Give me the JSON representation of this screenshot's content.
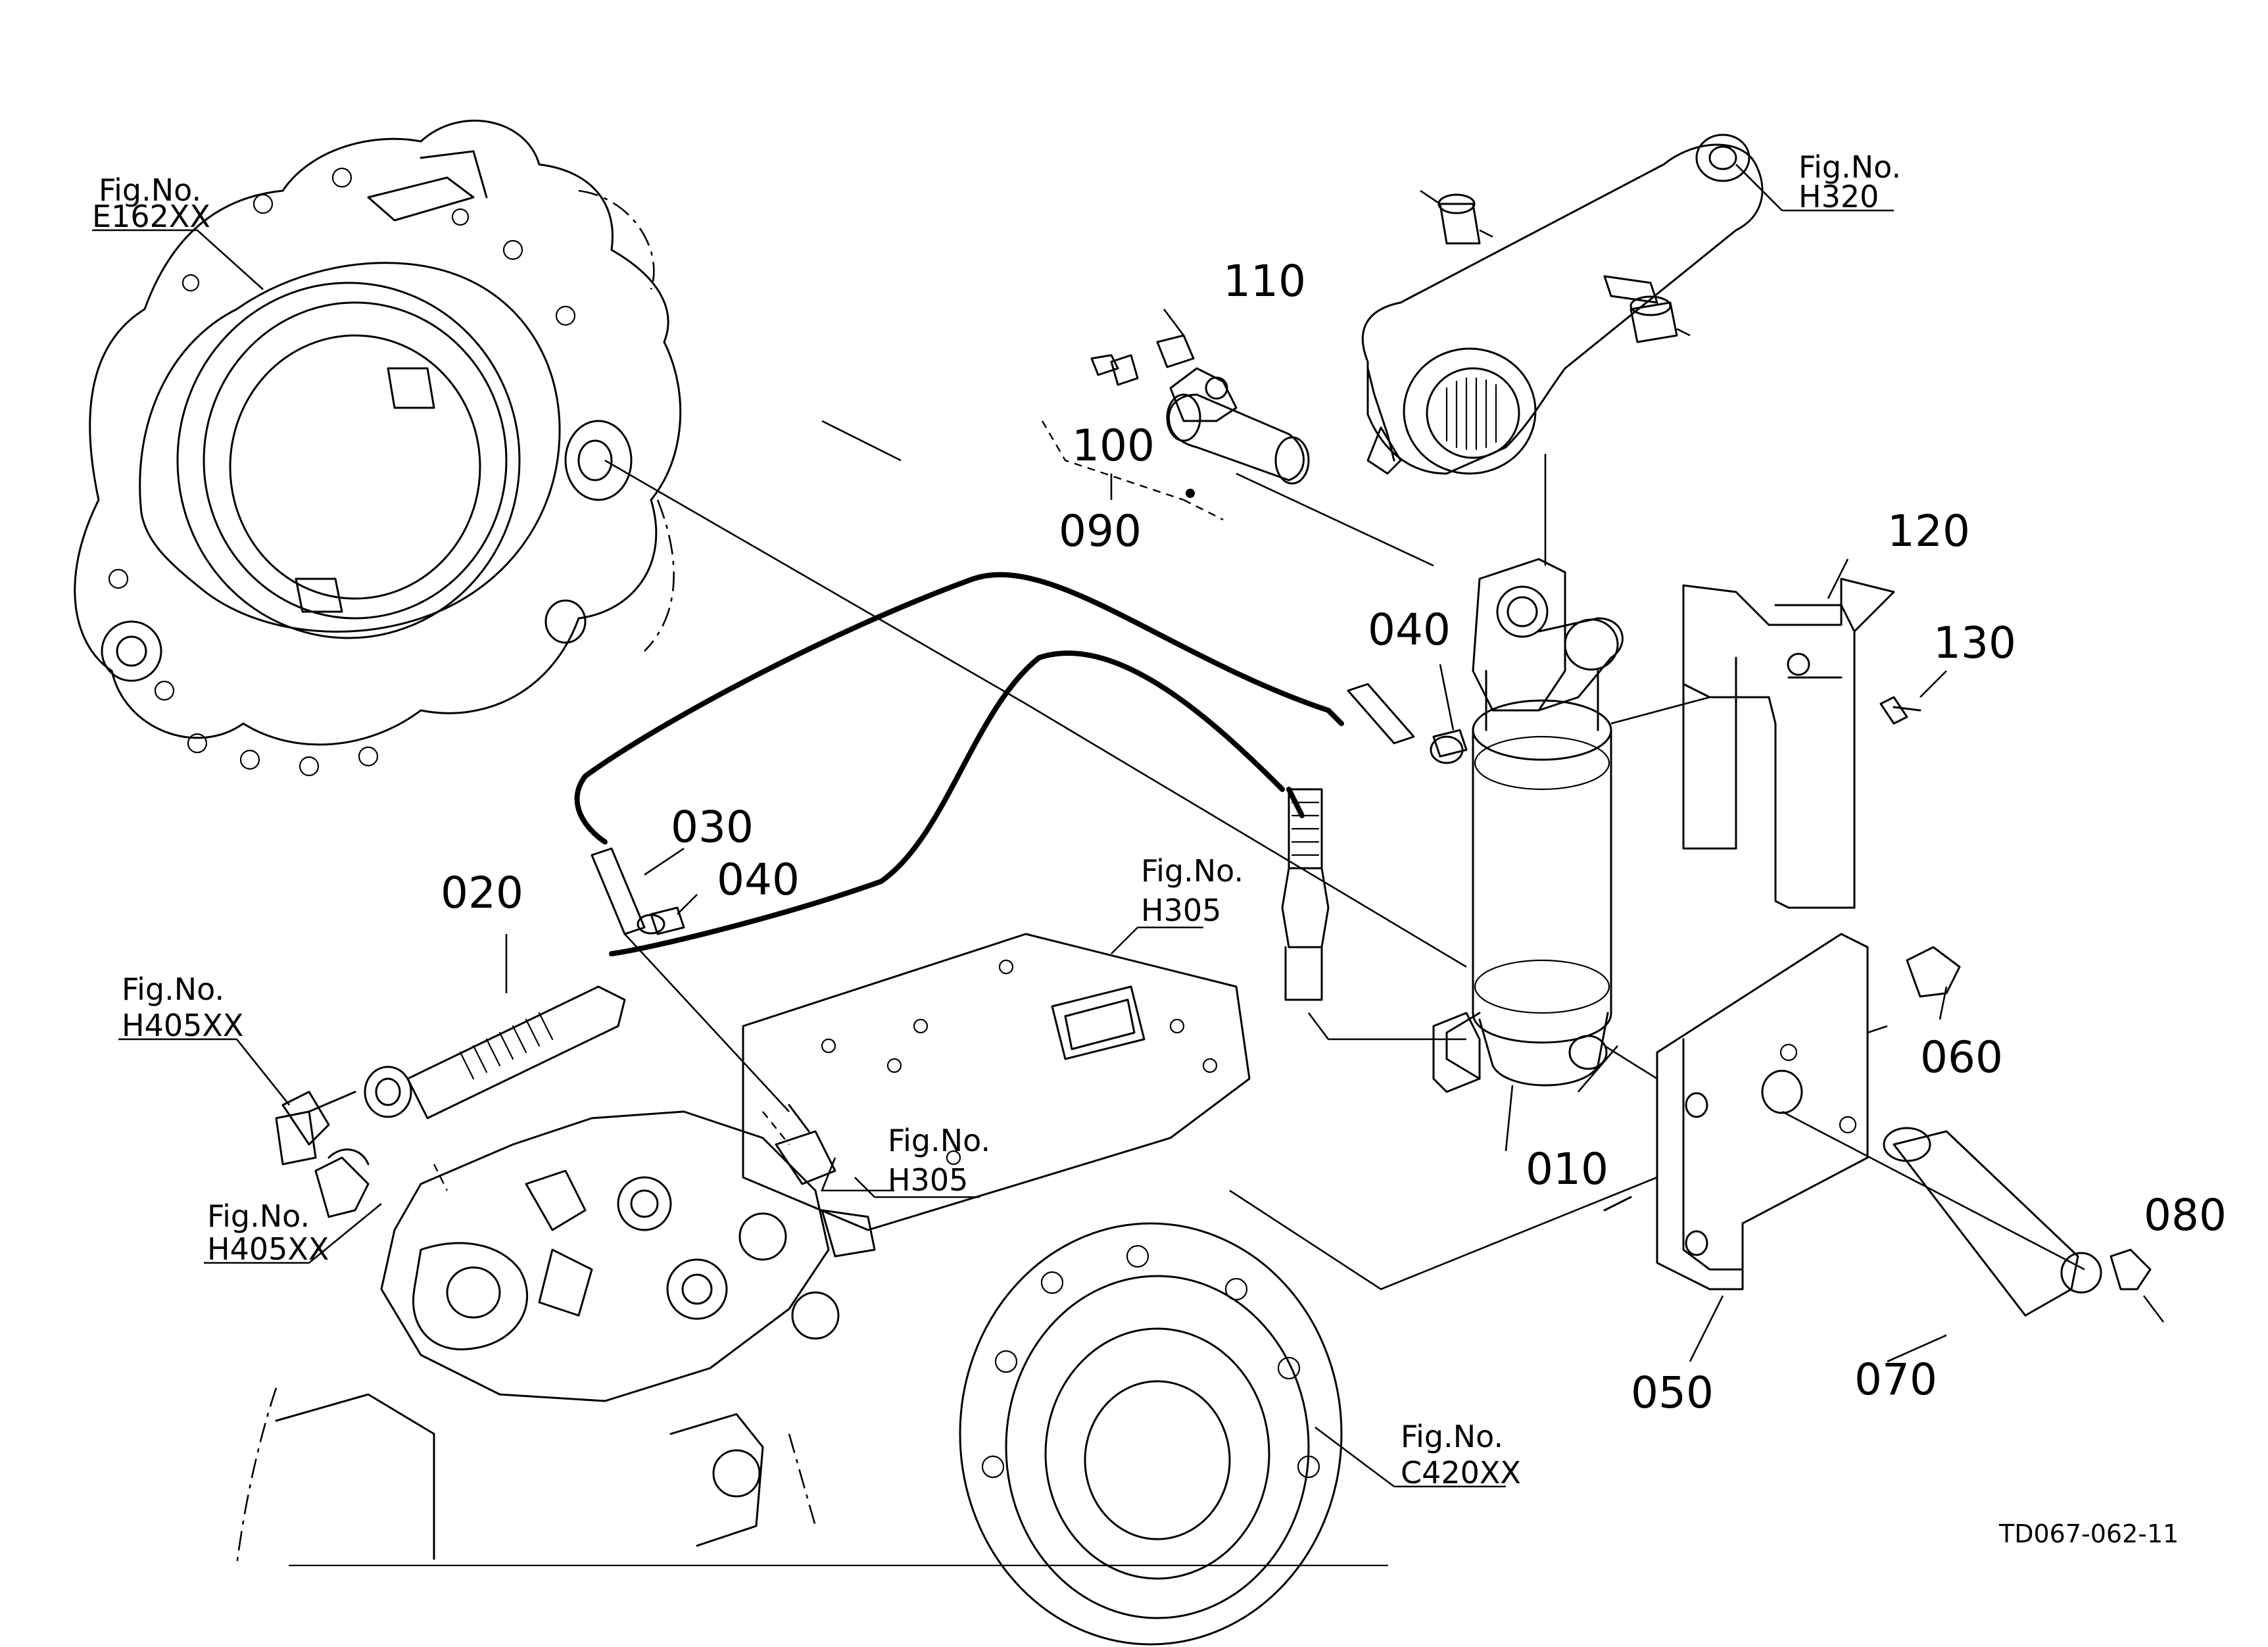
{
  "callouts": {
    "c010": "010",
    "c020": "020",
    "c030": "030",
    "c040a": "040",
    "c040b": "040",
    "c050": "050",
    "c060": "060",
    "c070": "070",
    "c080": "080",
    "c090": "090",
    "c100": "100",
    "c110": "110",
    "c120": "120",
    "c130": "130"
  },
  "figure_refs": {
    "e162": {
      "label": "Fig.No.",
      "code": "E162XX"
    },
    "h320": {
      "label": "Fig.No.",
      "code": "H320"
    },
    "h305_top": {
      "label": "Fig.No.",
      "code": "H305"
    },
    "h305_mid": {
      "label": "Fig.No.",
      "code": "H305"
    },
    "h405_top": {
      "label": "Fig.No.",
      "code": "H405XX"
    },
    "h405_bot": {
      "label": "Fig.No.",
      "code": "H405XX"
    },
    "c420": {
      "label": "Fig.No.",
      "code": "C420XX"
    }
  },
  "drawing_code": "TD067-062-11"
}
